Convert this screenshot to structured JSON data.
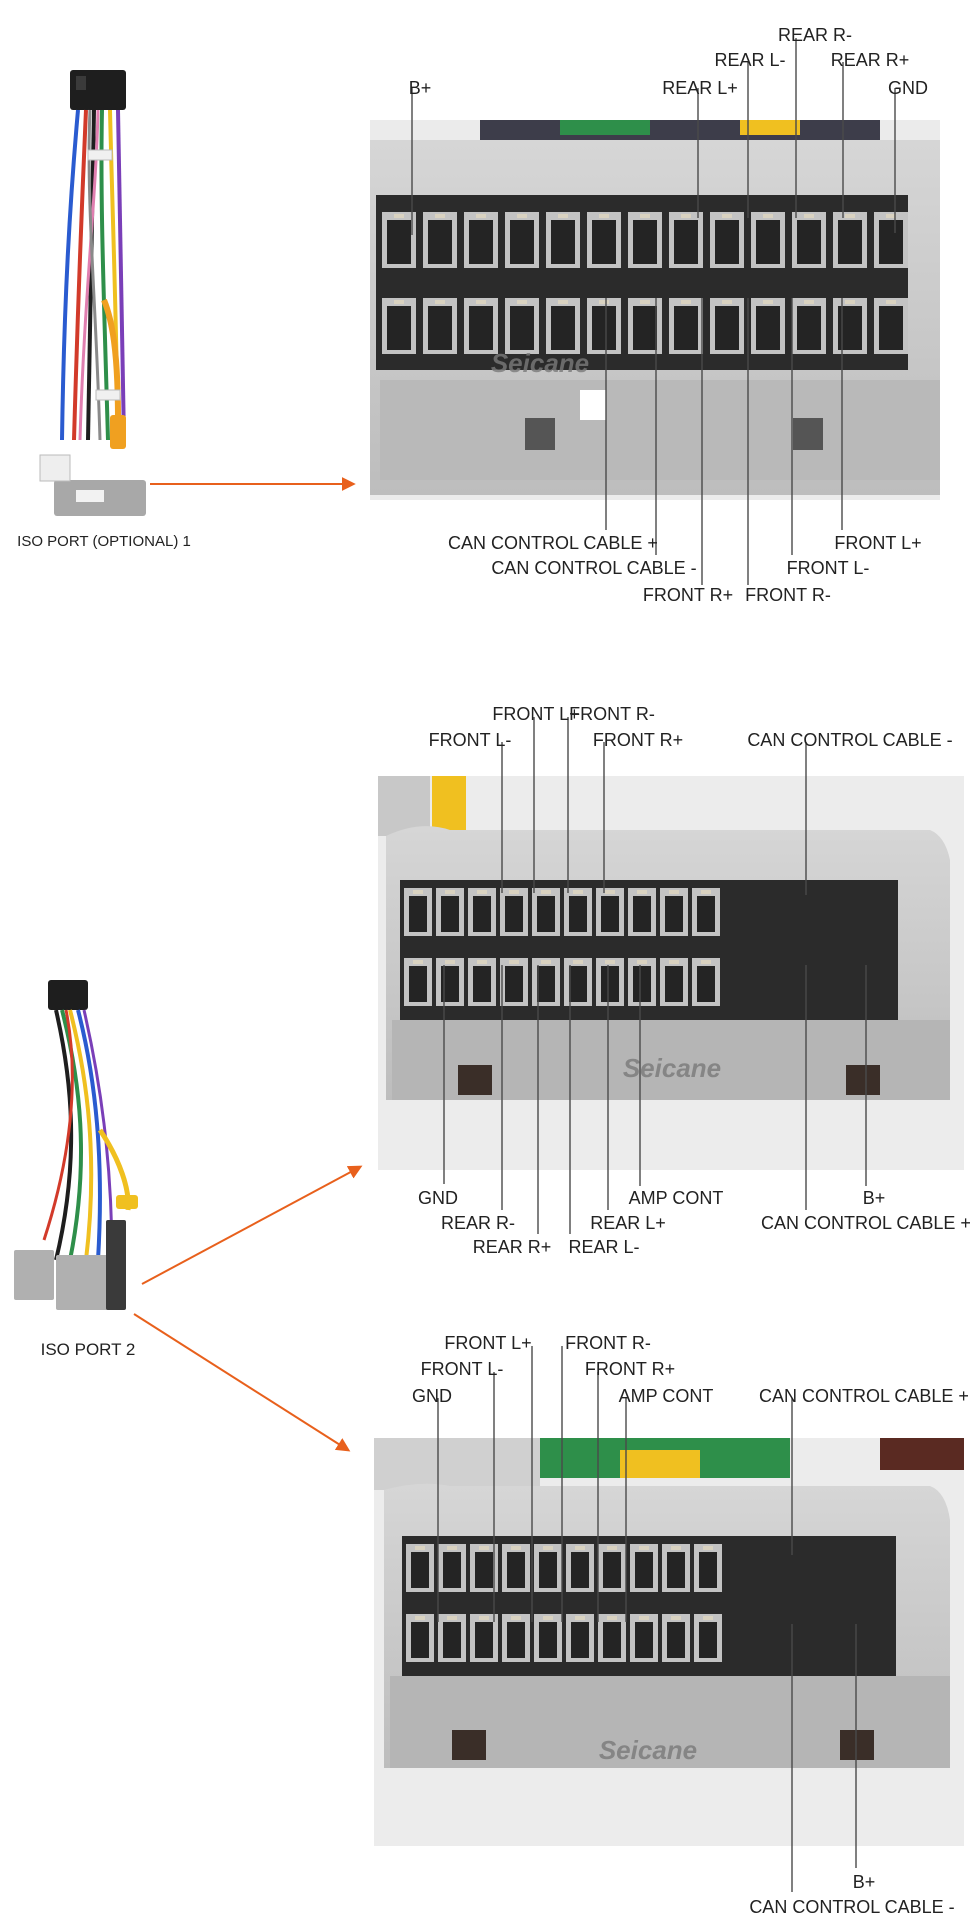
{
  "colors": {
    "accent": "#e8601c",
    "connector_gray": "#c7c7c7",
    "leader_line": "#4a4a4a",
    "label_text": "#222222"
  },
  "watermark": "Seicane",
  "harness_1": {
    "caption": "ISO PORT (OPTIONAL) 1"
  },
  "harness_2": {
    "caption": "ISO PORT 2"
  },
  "diagram_1": {
    "labels_top": [
      "B+",
      "REAR L+",
      "REAR L-",
      "REAR R-",
      "REAR R+",
      "GND"
    ],
    "labels_bottom": [
      "CAN CONTROL CABLE +",
      "CAN CONTROL CABLE -",
      "FRONT R+",
      "FRONT R-",
      "FRONT L-",
      "FRONT L+"
    ]
  },
  "diagram_2": {
    "labels_top": [
      "FRONT L+",
      "FRONT R-",
      "FRONT L-",
      "FRONT R+",
      "CAN CONTROL CABLE -"
    ],
    "labels_bottom": [
      "GND",
      "REAR R-",
      "REAR R+",
      "AMP CONT",
      "REAR L+",
      "REAR L-",
      "B+",
      "CAN CONTROL CABLE +"
    ]
  },
  "diagram_3": {
    "labels_top": [
      "FRONT L+",
      "FRONT R-",
      "FRONT L-",
      "FRONT R+",
      "GND",
      "AMP CONT",
      "CAN CONTROL CABLE +"
    ],
    "labels_bottom": [
      "B+",
      "CAN CONTROL CABLE -"
    ]
  }
}
